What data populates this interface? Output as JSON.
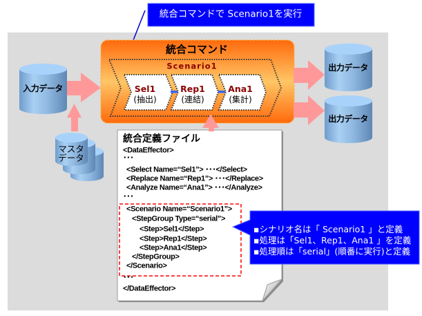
{
  "top_callout": {
    "text": "統合コマンドで Scenario1を実行"
  },
  "command": {
    "title": "統合コマンド",
    "scenario": {
      "name": "Scenario1",
      "steps": [
        {
          "name": "Sel1",
          "desc": "(抽出)"
        },
        {
          "name": "Rep1",
          "desc": "(連結)"
        },
        {
          "name": "Ana1",
          "desc": "(集計)"
        }
      ]
    }
  },
  "inputs": {
    "input_data": "入力データ",
    "master_data": {
      "line1": "マスタ",
      "line2": "データ"
    }
  },
  "outputs": [
    "出力データ",
    "出力データ"
  ],
  "definition_file": {
    "title": "統合定義ファイル",
    "lines": [
      "<DataEffector>",
      "･･･",
      "<Select Name=“Sel1”> ･･･</Select>",
      "<Replace Name=“Rep1”> ･･･</Replace>",
      "<Analyze Name=“Ana1”> ･･･</Analyze>",
      "･･･",
      "<Scenario Name=“Scenario1”>",
      "<StepGroup Type=“serial”>",
      "<Step>Sel1</Step>",
      "<Step>Rep1</Step>",
      "<Step>Ana1</Step>",
      "</StepGroup>",
      "</Scenario>",
      "･･･",
      "</DataEffector>"
    ]
  },
  "note": {
    "bullets": [
      "▪シナリオ名は「 Scenario1 」と定義",
      "▪処理は「Sel1、Rep1、Ana1 」を定義",
      "▪処理順は「serial」(順番に実行)と定義"
    ]
  },
  "colors": {
    "background_panel": "#dcdcdc",
    "callout_blue": "#0000ff",
    "arrow_pink": "#ff9999",
    "orange_edge": "#ff6a0c",
    "orange_center": "#ffc666",
    "step_name_red": "#8b0000",
    "cylinder_blue": "#a9d0f3",
    "highlight_dash_red": "#ff0000"
  }
}
